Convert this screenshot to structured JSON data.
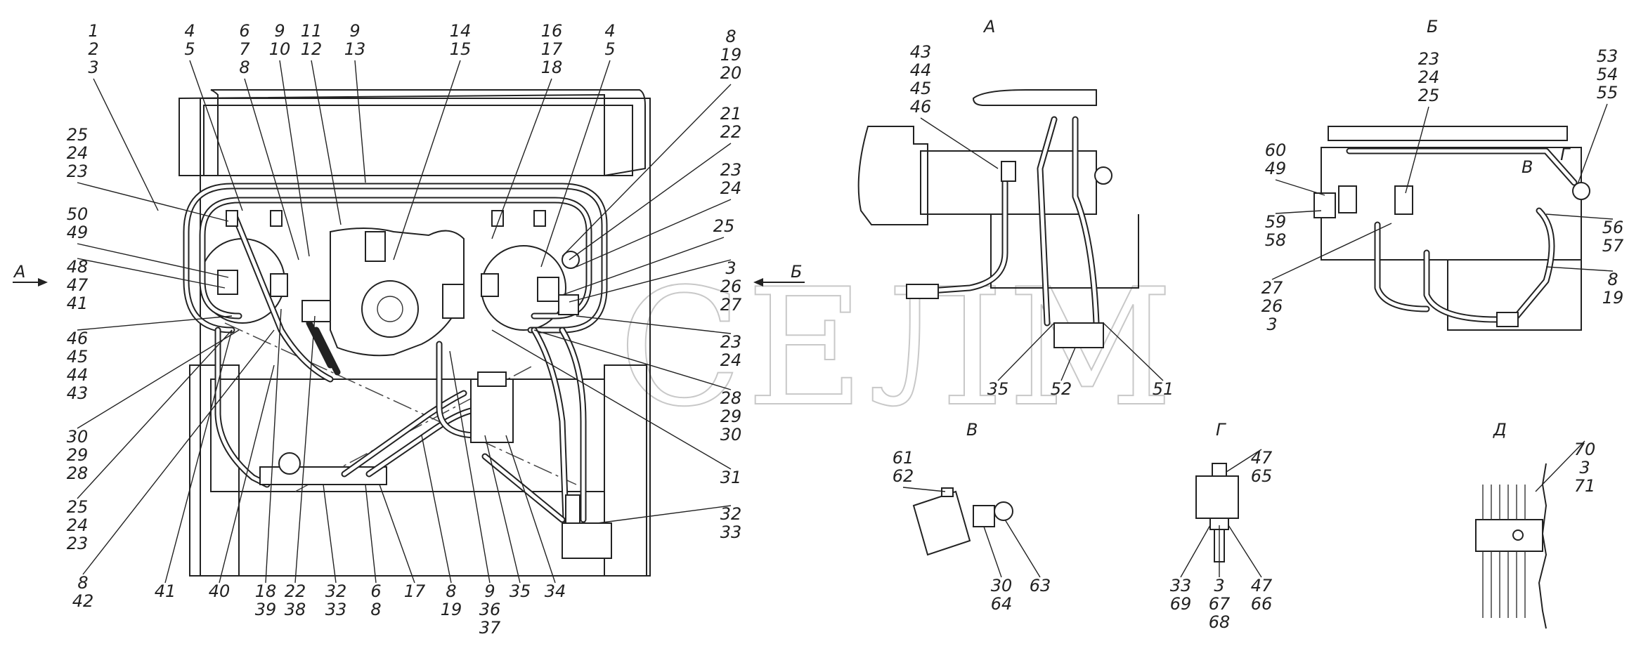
{
  "watermark": "СЕЛМ",
  "views": [
    {
      "id": "main",
      "title": ""
    },
    {
      "id": "A",
      "title": "А"
    },
    {
      "id": "B",
      "title": "Б"
    },
    {
      "id": "V",
      "title": "В"
    },
    {
      "id": "G",
      "title": "Г"
    },
    {
      "id": "D",
      "title": "Д"
    }
  ],
  "direction_markers": {
    "left": "А",
    "right": "Б",
    "v_mark": "В",
    "g_mark": "Г"
  },
  "callouts": {
    "m01": [
      "1",
      "2",
      "3"
    ],
    "m02": [
      "4",
      "5"
    ],
    "m03": [
      "6",
      "7",
      "8"
    ],
    "m04": [
      "9",
      "10"
    ],
    "m05": [
      "11",
      "12"
    ],
    "m06": [
      "9",
      "13"
    ],
    "m07": [
      "14",
      "15"
    ],
    "m08": [
      "16",
      "17",
      "18"
    ],
    "m09": [
      "4",
      "5"
    ],
    "m10": [
      "8",
      "19",
      "20"
    ],
    "m11": [
      "21",
      "22"
    ],
    "m12": [
      "23",
      "24"
    ],
    "m13": [
      "25"
    ],
    "m14": [
      "3",
      "26",
      "27"
    ],
    "m15": [
      "23",
      "24"
    ],
    "m16": [
      "28",
      "29",
      "30"
    ],
    "m17": [
      "31"
    ],
    "m18": [
      "32",
      "33"
    ],
    "m19": [
      "25",
      "24",
      "23"
    ],
    "m20": [
      "50",
      "49"
    ],
    "m21": [
      "48",
      "47",
      "41"
    ],
    "m22": [
      "46",
      "45",
      "44",
      "43"
    ],
    "m23": [
      "30",
      "29",
      "28"
    ],
    "m24": [
      "25",
      "24",
      "23"
    ],
    "m25": [
      "8",
      "42"
    ],
    "m26": [
      "41"
    ],
    "m27": [
      "40"
    ],
    "m28": [
      "18",
      "39"
    ],
    "m29": [
      "22",
      "38"
    ],
    "m30": [
      "32",
      "33"
    ],
    "m31": [
      "6",
      "8"
    ],
    "m32": [
      "17"
    ],
    "m33": [
      "8",
      "19"
    ],
    "m34": [
      "9",
      "36",
      "37"
    ],
    "m35": [
      "35"
    ],
    "m36": [
      "34"
    ],
    "a01": [
      "43",
      "44",
      "45",
      "46"
    ],
    "a02": [
      "35"
    ],
    "a03": [
      "52"
    ],
    "a04": [
      "51"
    ],
    "b01": [
      "23",
      "24",
      "25"
    ],
    "b02": [
      "53",
      "54",
      "55"
    ],
    "b03": [
      "60",
      "49"
    ],
    "b04": [
      "59",
      "58"
    ],
    "b05": [
      "27",
      "26",
      "3"
    ],
    "b06": [
      "56",
      "57"
    ],
    "b07": [
      "8",
      "19"
    ],
    "v01": [
      "61",
      "62"
    ],
    "v02": [
      "30",
      "64"
    ],
    "v03": [
      "63"
    ],
    "g01": [
      "47",
      "65"
    ],
    "g02": [
      "33",
      "69"
    ],
    "g03": [
      "3",
      "67",
      "68"
    ],
    "g04": [
      "47",
      "66"
    ],
    "d01": [
      "70",
      "3",
      "71"
    ]
  }
}
